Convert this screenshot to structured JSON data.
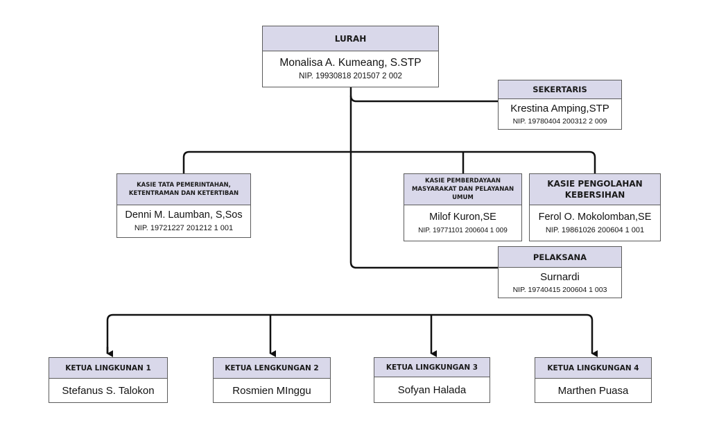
{
  "lurah": {
    "title": "LURAH",
    "name": "Monalisa A. Kumeang, S.STP",
    "nip": "NIP. 19930818 201507 2 002"
  },
  "sekertaris": {
    "title": "SEKERTARIS",
    "name": "Krestina Amping,STP",
    "nip": "NIP. 19780404 200312 2 009"
  },
  "kasie_tata": {
    "title": "KASIE TATA PEMERINTAHAN, KETENTRAMAN DAN KETERTIBAN",
    "name": "Denni M. Laumban, S,Sos",
    "nip": "NIP. 19721227 201212 1 001"
  },
  "kasie_pemberdayaan": {
    "title": "KASIE PEMBERDAYAAN MASYARAKAT DAN PELAYANAN UMUM",
    "name": "Milof Kuron,SE",
    "nip": "NIP. 19771101 200604 1 009"
  },
  "kasie_pengolahan": {
    "title": "KASIE PENGOLAHAN KEBERSIHAN",
    "name": "Ferol O. Mokolomban,SE",
    "nip": "NIP. 19861026 200604 1 001"
  },
  "pelaksana": {
    "title": "PELAKSANA",
    "name": "Surnardi",
    "nip": "NIP. 19740415 200604 1 003"
  },
  "ketua": [
    {
      "title": "KETUA LINGKUNAN 1",
      "name": "Stefanus S. Talokon"
    },
    {
      "title": "KETUA LENGKUNGAN 2",
      "name": "Rosmien MInggu"
    },
    {
      "title": "KETUA LINGKUNGAN 3",
      "name": "Sofyan Halada"
    },
    {
      "title": "KETUA LINGKUNGAN 4",
      "name": "Marthen Puasa"
    }
  ],
  "colors": {
    "header_fill": "#d9d8ea",
    "border": "#5a5a5a",
    "line": "#111111"
  }
}
